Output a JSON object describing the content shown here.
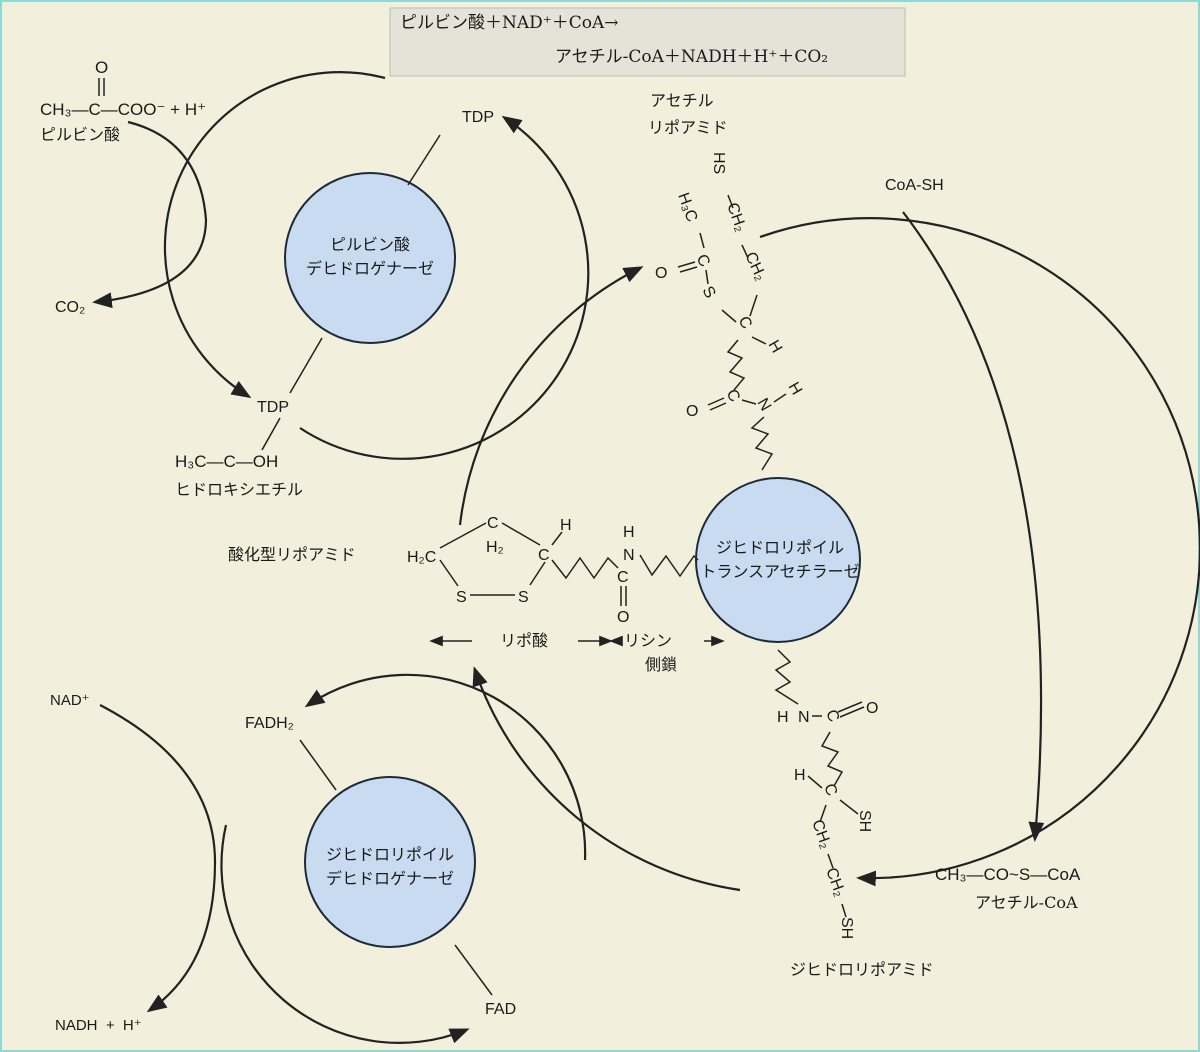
{
  "summary_box": {
    "line1": "ピルビン酸＋NAD⁺＋CoA→",
    "line2": "アセチル-CoA＋NADH＋H⁺＋CO₂"
  },
  "pyruvate": {
    "o": "O",
    "formula": "CH₃—C—COO⁻ + H⁺",
    "name": "ピルビン酸"
  },
  "co2": "CO₂",
  "enzymes": {
    "e1": [
      "ピルビン酸",
      "デヒドロゲナーゼ"
    ],
    "e2": [
      "ジヒドロリポイル",
      "トランスアセチラーゼ"
    ],
    "e3": [
      "ジヒドロリポイル",
      "デヒドロゲナーゼ"
    ]
  },
  "tdp_top": "TDP",
  "tdp_bottom": "TDP",
  "hydroxyethyl": {
    "formula": "H₃C—C—OH",
    "name": "ヒドロキシエチル"
  },
  "acetyl_lipoamide": {
    "name_partial": "アセチル",
    "name": "リポアミド",
    "atoms": [
      "HS",
      "CH₂",
      "CH₂",
      "H₃C",
      "C",
      "O",
      "S",
      "C",
      "H",
      "C",
      "O",
      "N",
      "H"
    ]
  },
  "oxidized_lipoamide": {
    "name": "酸化型リポアミド",
    "atoms": [
      "H₂C",
      "C",
      "H₂",
      "C",
      "H",
      "S",
      "S",
      "C",
      "O",
      "N",
      "H"
    ]
  },
  "lipoic_acid_label": "リポ酸",
  "lysine_label": [
    "リシン",
    "側鎖"
  ],
  "dihydrolipoamide": {
    "name": "ジヒドロリポアミド",
    "atoms": [
      "N",
      "H",
      "C",
      "O",
      "H",
      "C",
      "SH",
      "CH₂",
      "CH₂",
      "SH"
    ]
  },
  "coa_sh": "CoA-SH",
  "acetyl_coa": {
    "formula": "CH₃—CO~S—CoA",
    "name": "アセチル-CoA"
  },
  "nad_plus": "NAD⁺",
  "nadh": "NADH  +  H⁺",
  "fadh2": "FADH₂",
  "fad": "FAD"
}
